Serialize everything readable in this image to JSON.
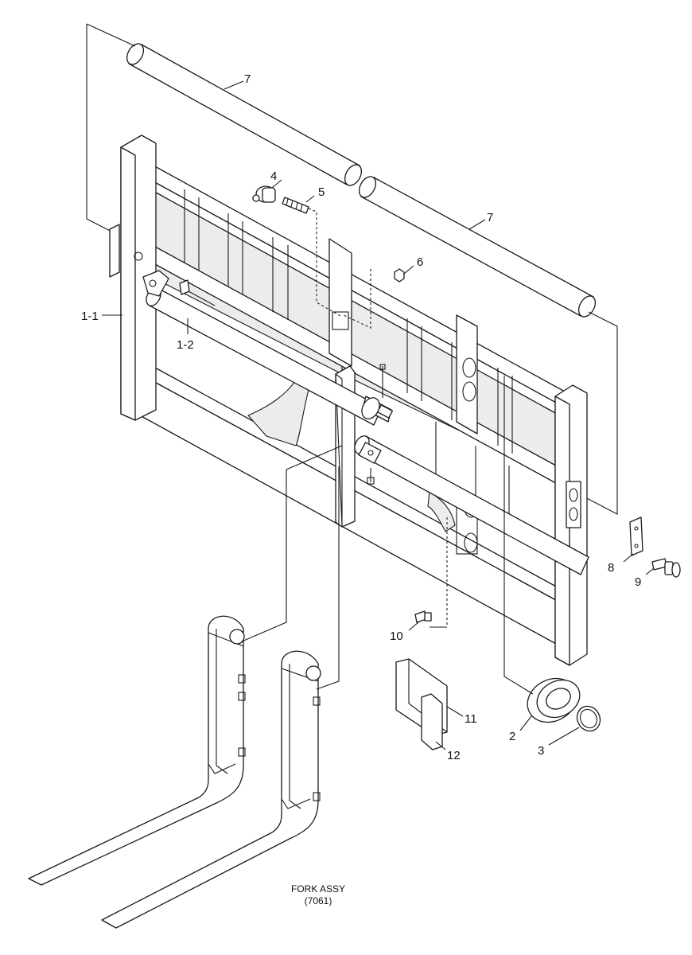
{
  "title": "FORK ASSY",
  "code": "(7061)",
  "callouts": {
    "c7a": "7",
    "c7b": "7",
    "c4": "4",
    "c5": "5",
    "c6": "6",
    "c1_1": "1-1",
    "c1_2": "1-2",
    "c8": "8",
    "c9": "9",
    "c10": "10",
    "c11": "11",
    "c12": "12",
    "c2": "2",
    "c3": "3"
  }
}
